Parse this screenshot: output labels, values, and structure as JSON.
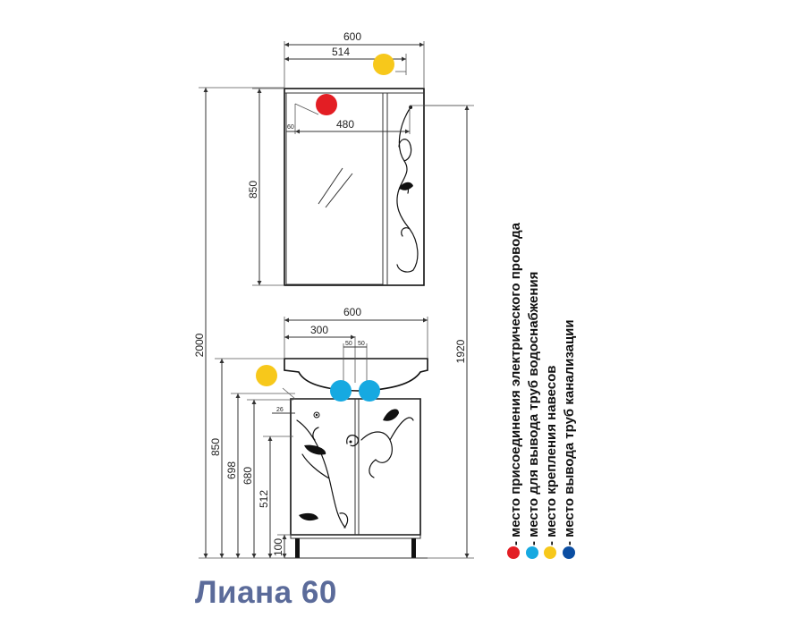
{
  "title": "Лиана 60",
  "colors": {
    "red": "#e31e24",
    "cyan": "#16a9e1",
    "yellow": "#f7c81b",
    "blue": "#0b4ea2",
    "title": "#5b6b9a"
  },
  "mirror_cabinet": {
    "dims": {
      "width": "600",
      "inner_width": "514",
      "mirror_width": "480",
      "left_offset": "60",
      "height": "850"
    }
  },
  "vanity": {
    "dims": {
      "width": "600",
      "half_width": "300",
      "pipe_left": "50",
      "pipe_right": "50",
      "edge_offset": "26",
      "height": "850",
      "h698": "698",
      "h680": "680",
      "h512": "512",
      "leg_height": "100"
    }
  },
  "overall": {
    "total_height": "2000",
    "mount_height": "1920"
  },
  "legend": [
    {
      "text": "- место присоединения электрического провода",
      "color": "red"
    },
    {
      "text": "- место для вывода труб водоснабжения",
      "color": "cyan"
    },
    {
      "text": "- место крепления навесов",
      "color": "yellow"
    },
    {
      "text": "- место вывода труб канализации",
      "color": "blue"
    }
  ]
}
